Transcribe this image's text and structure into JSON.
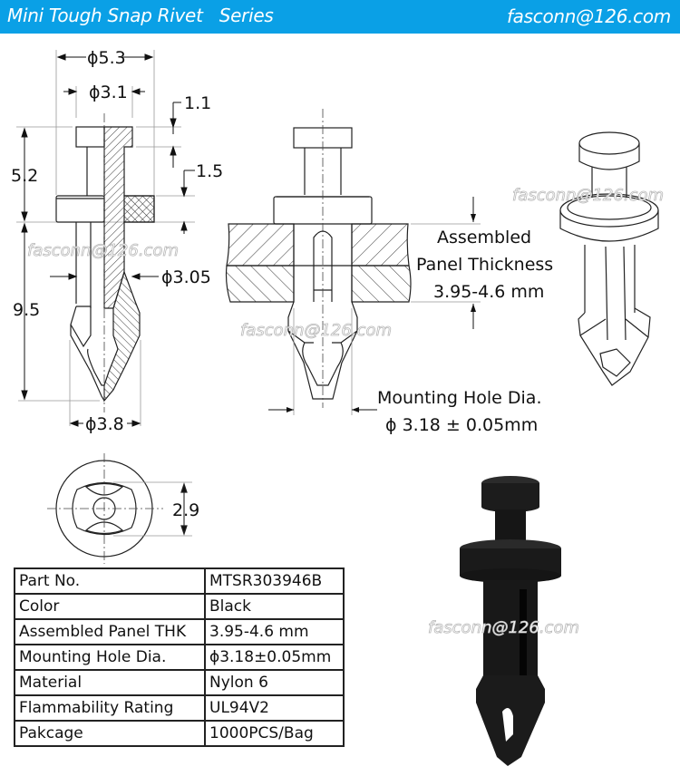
{
  "header": {
    "title": "Mini Tough Snap Rivet   Series",
    "email": "fasconn@126.com",
    "bar_color": "#0aa0e6"
  },
  "watermark": "fasconn@126.com",
  "side_view": {
    "dim_head_outer": "ϕ5.3",
    "dim_head_inner": "ϕ3.1",
    "dim_head_thickness": "1.1",
    "dim_upper_height": "5.2",
    "dim_flange_thickness": "1.5",
    "dim_shank": "ϕ3.05",
    "dim_lower_height": "9.5",
    "dim_tip_diameter": "ϕ3.8"
  },
  "end_view": {
    "dim_slot": "2.9"
  },
  "assembly_view": {
    "panel_label_line1": "Assembled",
    "panel_label_line2": "Panel Thickness",
    "panel_label_line3": "3.95-4.6 mm",
    "hole_label_line1": "Mounting Hole Dia.",
    "hole_label_line2": "ϕ 3.18 ± 0.05mm"
  },
  "product_photo": {
    "color": "#1a1a1a"
  },
  "spec_table": {
    "rows": [
      {
        "label": "Part No.",
        "value": "MTSR303946B"
      },
      {
        "label": "Color",
        "value": "Black"
      },
      {
        "label": "Assembled Panel THK",
        "value": "3.95-4.6 mm"
      },
      {
        "label": "Mounting Hole Dia.",
        "value": "ϕ3.18±0.05mm"
      },
      {
        "label": "Material",
        "value": "Nylon 6"
      },
      {
        "label": "Flammability Rating",
        "value": "UL94V2"
      },
      {
        "label": "Pakcage",
        "value": "1000PCS/Bag"
      }
    ]
  }
}
